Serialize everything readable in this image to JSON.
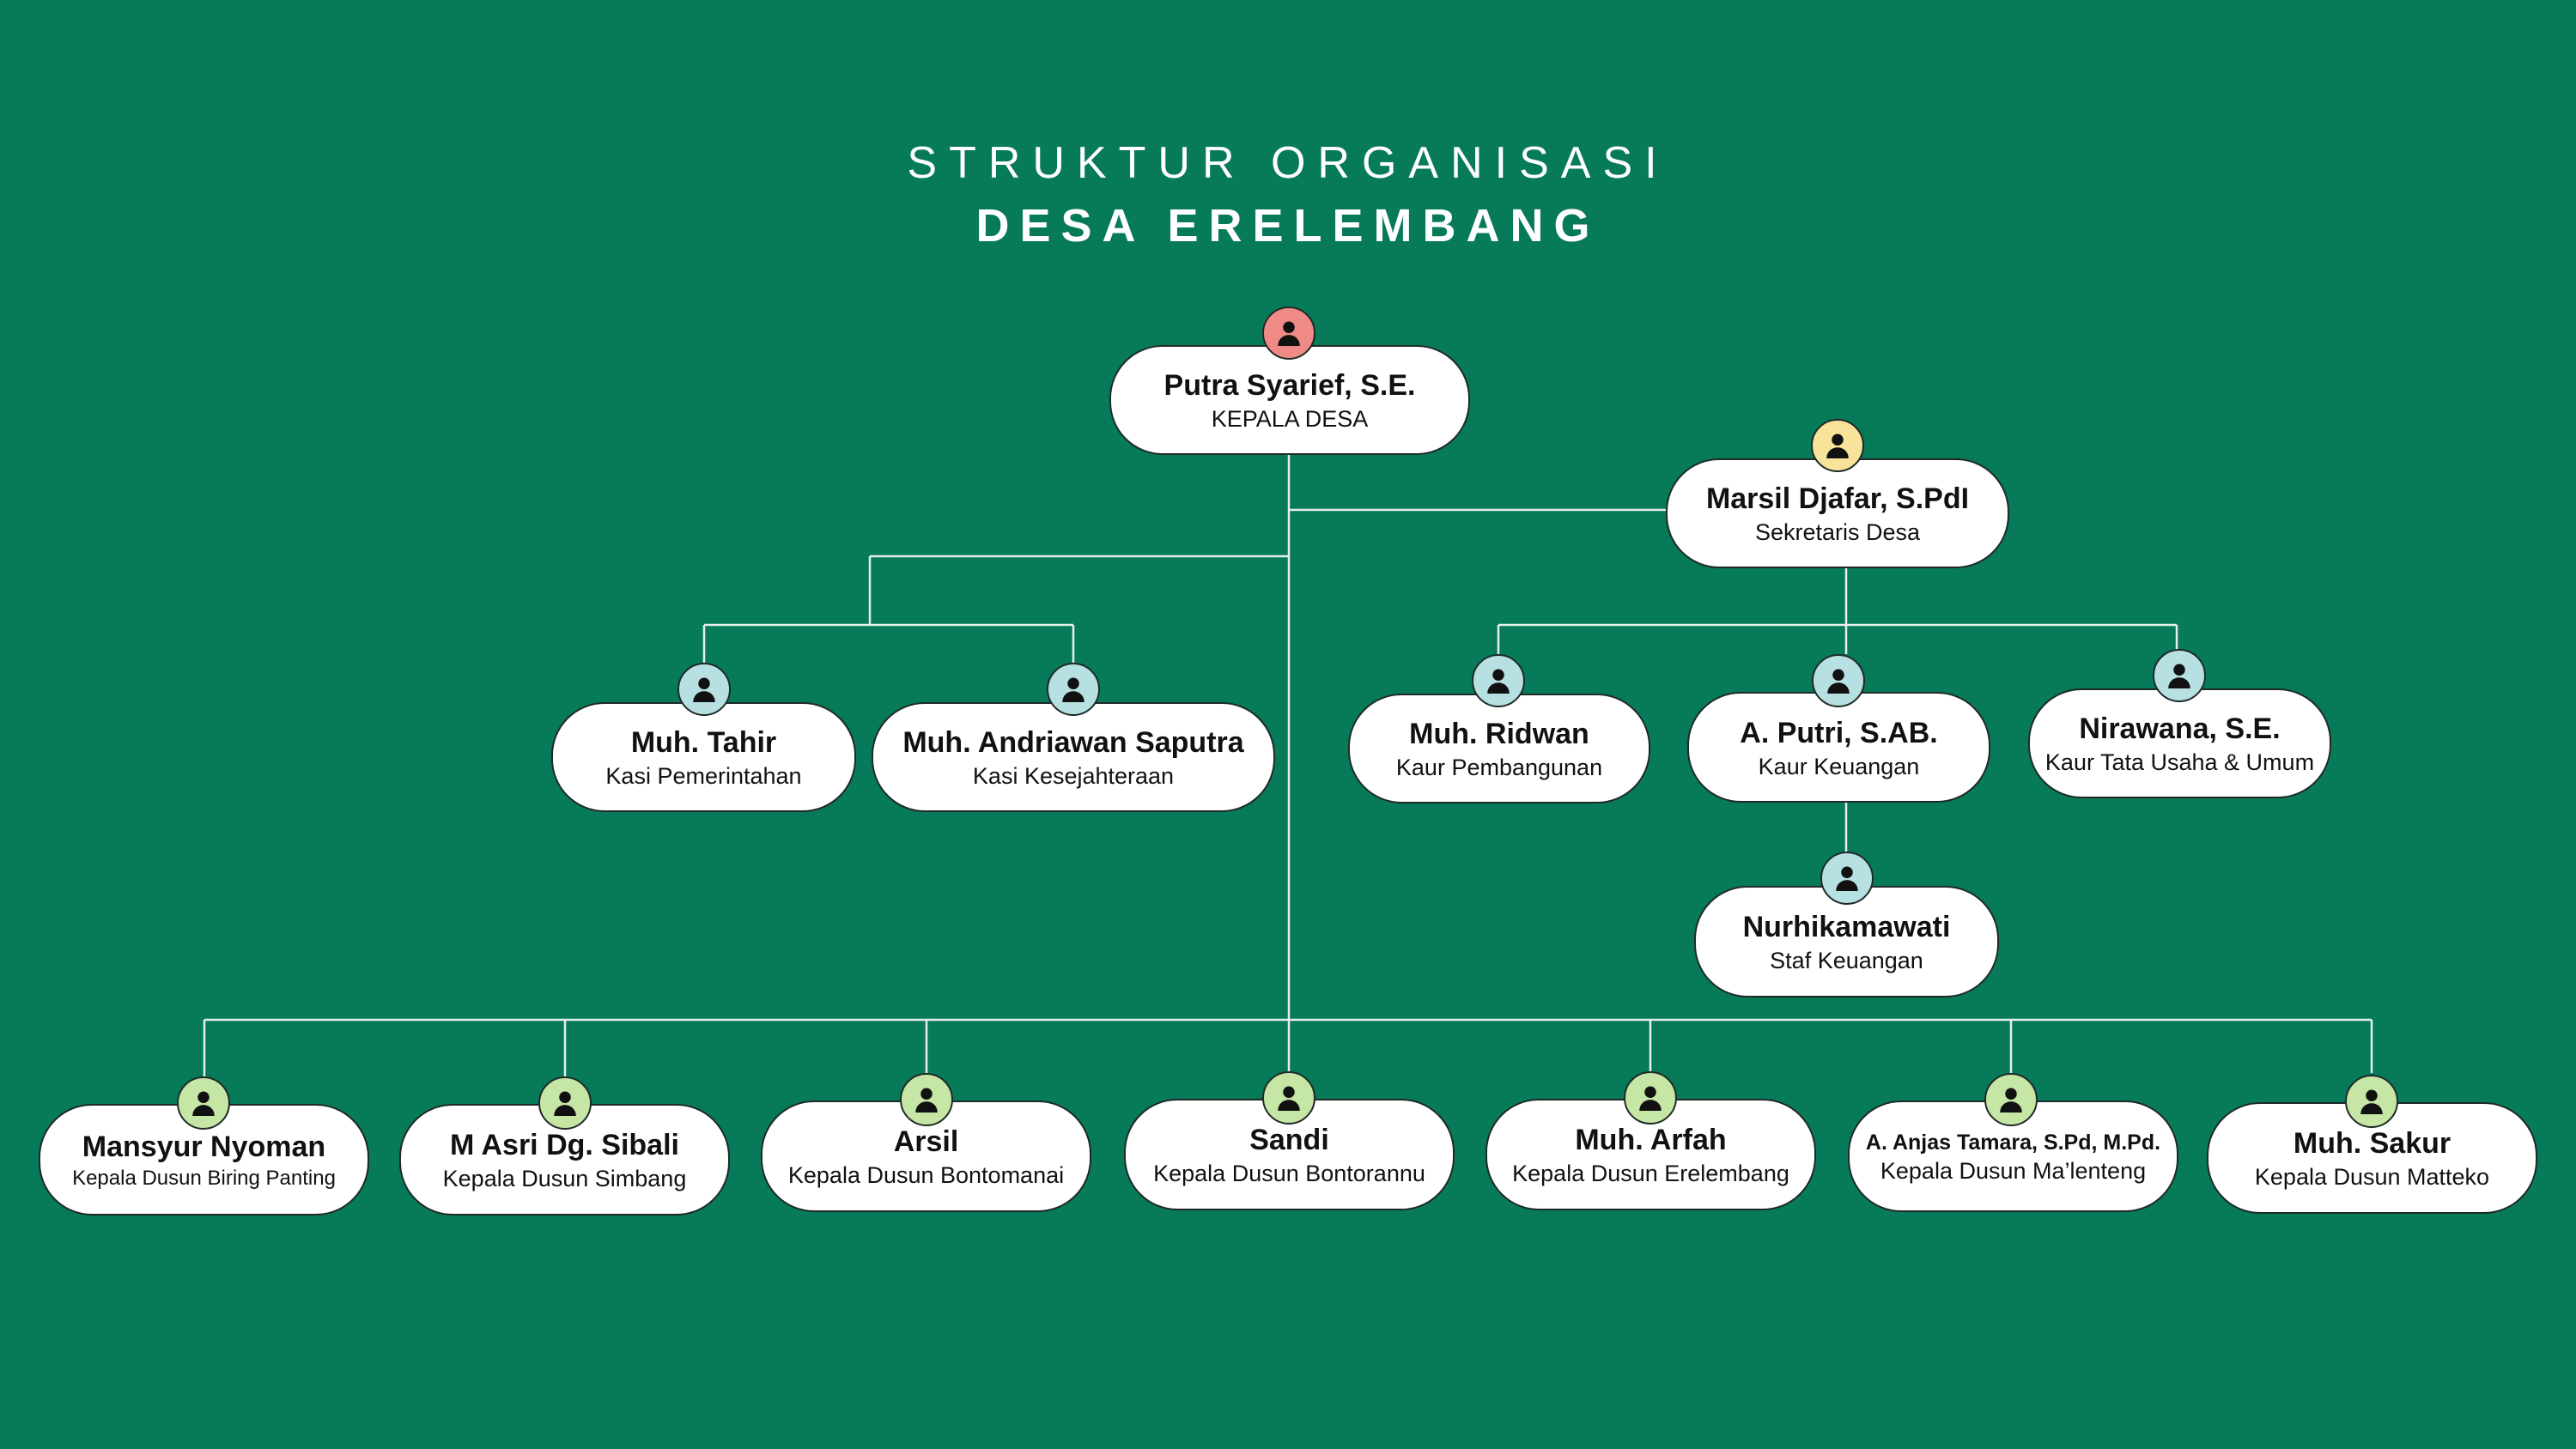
{
  "title": {
    "line1": "STRUKTUR ORGANISASI",
    "line2": "DESA ERELEMBANG"
  },
  "colors": {
    "background": "#077a5a",
    "avatar_head": "#f08a87",
    "avatar_secretary": "#f7e49a",
    "avatar_staff": "#b7e0e3",
    "avatar_dusun": "#c6e6a6"
  },
  "icon": "person-icon",
  "nodes": {
    "kepala_desa": {
      "name": "Putra Syarief, S.E.",
      "role": "KEPALA DESA"
    },
    "sekretaris": {
      "name": "Marsil Djafar, S.PdI",
      "role": "Sekretaris Desa"
    },
    "kasi_pemerintahan": {
      "name": "Muh. Tahir",
      "role": "Kasi Pemerintahan"
    },
    "kasi_kesejahteraan": {
      "name": "Muh. Andriawan Saputra",
      "role": "Kasi Kesejahteraan"
    },
    "kaur_pembangunan": {
      "name": "Muh. Ridwan",
      "role": "Kaur Pembangunan"
    },
    "kaur_keuangan": {
      "name": "A. Putri, S.AB.",
      "role": "Kaur Keuangan"
    },
    "kaur_tata_usaha": {
      "name": "Nirawana, S.E.",
      "role": "Kaur Tata Usaha & Umum"
    },
    "staf_keuangan": {
      "name": "Nurhikamawati",
      "role": "Staf Keuangan"
    },
    "dusun": [
      {
        "name": "Mansyur Nyoman",
        "role": "Kepala Dusun Biring Panting"
      },
      {
        "name": "M Asri Dg. Sibali",
        "role": "Kepala Dusun Simbang"
      },
      {
        "name": "Arsil",
        "role": "Kepala Dusun Bontomanai"
      },
      {
        "name": "Sandi",
        "role": "Kepala Dusun Bontorannu"
      },
      {
        "name": "Muh. Arfah",
        "role": "Kepala Dusun Erelembang"
      },
      {
        "name": "A. Anjas Tamara, S.Pd, M.Pd.",
        "role": "Kepala Dusun Ma’lenteng"
      },
      {
        "name": "Muh. Sakur",
        "role": "Kepala Dusun Matteko"
      }
    ]
  }
}
